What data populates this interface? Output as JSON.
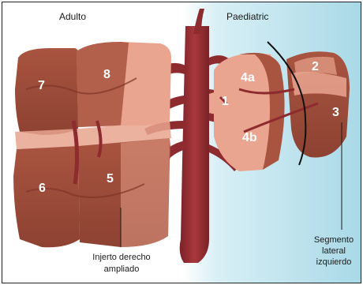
{
  "headings": {
    "adult": "Adulto",
    "paediatric": "Paediatric"
  },
  "segments": {
    "s1": "1",
    "s2": "2",
    "s3": "3",
    "s4a": "4a",
    "s4b": "4b",
    "s5": "5",
    "s6": "6",
    "s7": "7",
    "s8": "8"
  },
  "labels": {
    "right_graft_line1": "Injerto derecho",
    "right_graft_line2": "ampliado",
    "left_lateral_line1": "Segmento",
    "left_lateral_line2": "lateral",
    "left_lateral_line3": "izquierdo"
  },
  "colors": {
    "liver_dark": "#9c4a37",
    "liver_light": "#e9a58f",
    "vessel": "#8e2b2f",
    "paediatric_bg": "#bfe3ee",
    "divider_line": "#111111"
  }
}
